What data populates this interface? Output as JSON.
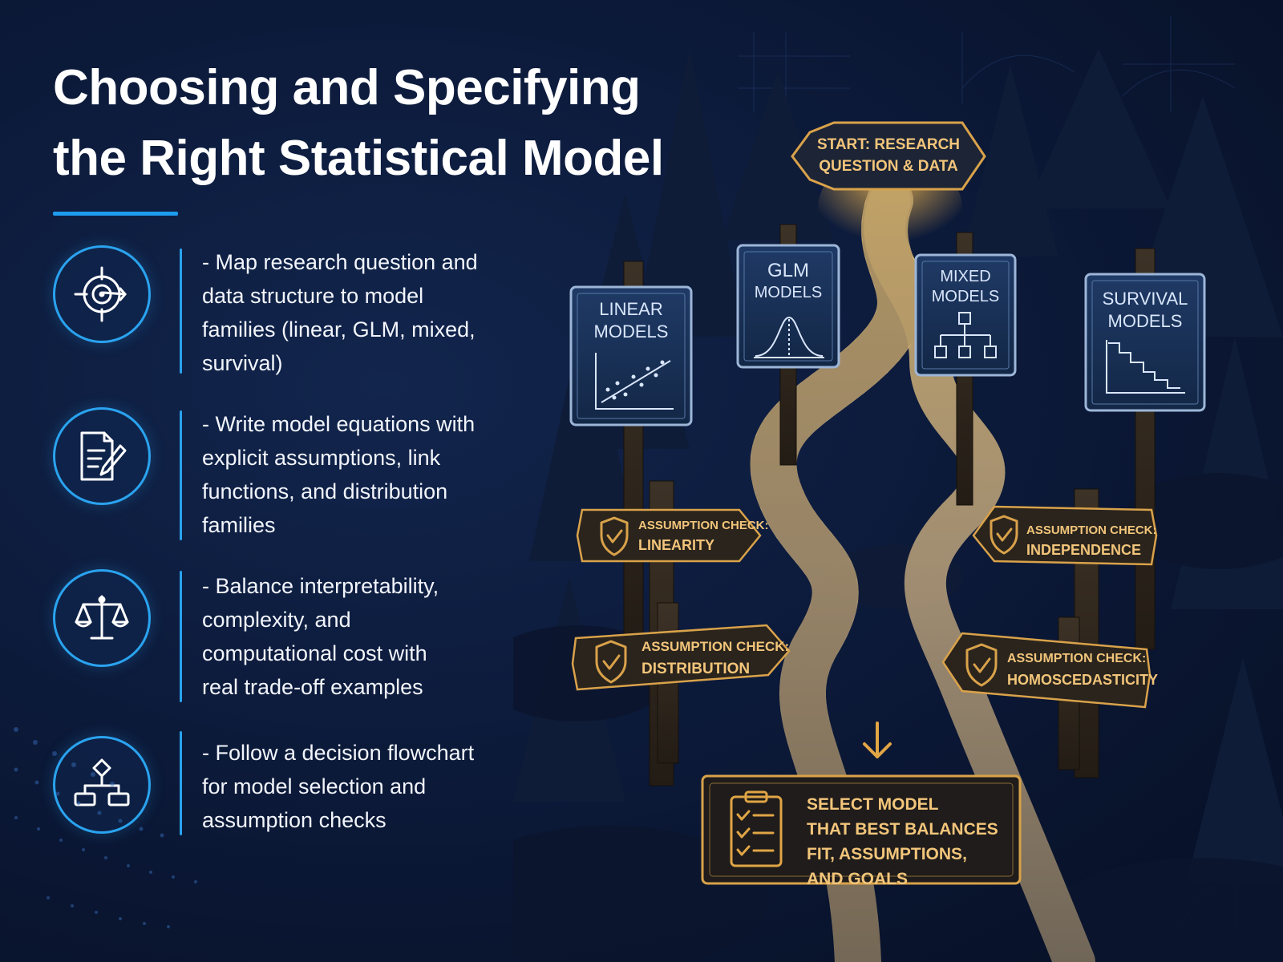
{
  "header": {
    "title": "Choosing and Specifying the Right Statistical Model"
  },
  "bullets": [
    {
      "icon": "target-icon",
      "text": "- Map research question and\n  data structure to model\n  families (linear, GLM, mixed,\n  survival)"
    },
    {
      "icon": "document-pen-icon",
      "text": "- Write model equations with\n  explicit assumptions, link\n  functions, and distribution\n  families"
    },
    {
      "icon": "balance-scale-icon",
      "text": "- Balance interpretability,\n  complexity, and\n  computational cost with\n  real trade-off examples"
    },
    {
      "icon": "flowchart-icon",
      "text": "- Follow a decision flowchart\n  for model selection and\n  assumption checks"
    }
  ],
  "scene": {
    "start": {
      "line1": "START: RESEARCH",
      "line2": "QUESTION & DATA"
    },
    "models": [
      {
        "line1": "LINEAR",
        "line2": "MODELS",
        "icon": "scatter-plot-icon"
      },
      {
        "line1": "GLM",
        "line2": "MODELS",
        "icon": "bell-curve-icon"
      },
      {
        "line1": "MIXED",
        "line2": "MODELS",
        "icon": "hierarchy-icon"
      },
      {
        "line1": "SURVIVAL",
        "line2": "MODELS",
        "icon": "step-curve-icon"
      }
    ],
    "checks": [
      {
        "line1": "ASSUMPTION CHECK:",
        "line2": "LINEARITY",
        "icon": "shield-check-icon"
      },
      {
        "line1": "ASSUMPTION CHECK:",
        "line2": "INDEPENDENCE",
        "icon": "shield-check-icon"
      },
      {
        "line1": "ASSUMPTION CHECK:",
        "line2": "DISTRIBUTION",
        "icon": "shield-check-icon"
      },
      {
        "line1": "ASSUMPTION CHECK:",
        "line2": "HOMOSCEDASTICITY",
        "icon": "shield-check-icon"
      }
    ],
    "final": {
      "lines": [
        "SELECT MODEL",
        "THAT BEST BALANCES",
        "FIT, ASSUMPTIONS,",
        "AND GOALS"
      ],
      "icon": "clipboard-checklist-icon"
    }
  },
  "colors": {
    "accent_blue": "#2aa3ef",
    "sign_gold": "#d9a24a",
    "sign_text": "#f2c57a",
    "background": "#0b1836"
  }
}
